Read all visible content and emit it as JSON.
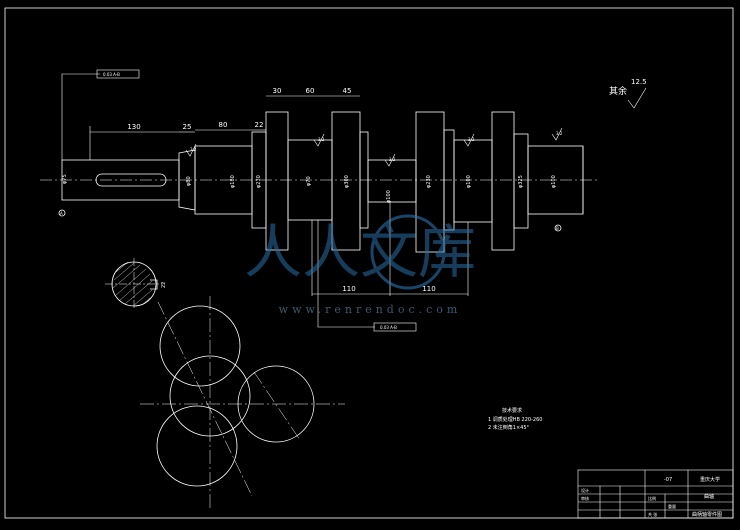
{
  "title_block": {
    "university": "重庆大学",
    "part_no": "-07",
    "part_name": "曲轴",
    "drawing_title": "曲柄轴零件图"
  },
  "roughness": {
    "label": "其余",
    "value": "12.5"
  },
  "tolerance_frames": {
    "top": "0.03 A-B",
    "bottom": "0.03 A-B"
  },
  "dimensions": {
    "d130": "130",
    "d25": "25",
    "d80": "80",
    "d22": "22",
    "d30": "30",
    "d60": "60",
    "d45": "45",
    "d110_left": "110",
    "d110_right": "110"
  },
  "diameters": {
    "end": "φ75",
    "seat": "φ80",
    "shoulder1": "φ180",
    "web1": "φ230",
    "pin1": "φ70",
    "web2": "φ300",
    "pin2": "φ100",
    "web3": "φ230",
    "shaft3": "φ100",
    "web4": "φ325",
    "end2": "φ100"
  },
  "roughness_marks": [
    "3.2",
    "3.2",
    "3.2",
    "3.2",
    "3.2"
  ],
  "datums": [
    "A",
    "B"
  ],
  "section": {
    "dim": "22"
  },
  "tech_notes": {
    "heading": "技术要求",
    "line1": "1 调质处理HB 220-260",
    "line2": "2 未注倒角1×45°"
  },
  "watermark": {
    "brand": "人人文库",
    "url": "www.renrendoc.com"
  },
  "title_block_labels": {
    "designer": "设计",
    "checker": "审核",
    "scale": "比例",
    "sheet": "共 张",
    "weight": "重量"
  }
}
